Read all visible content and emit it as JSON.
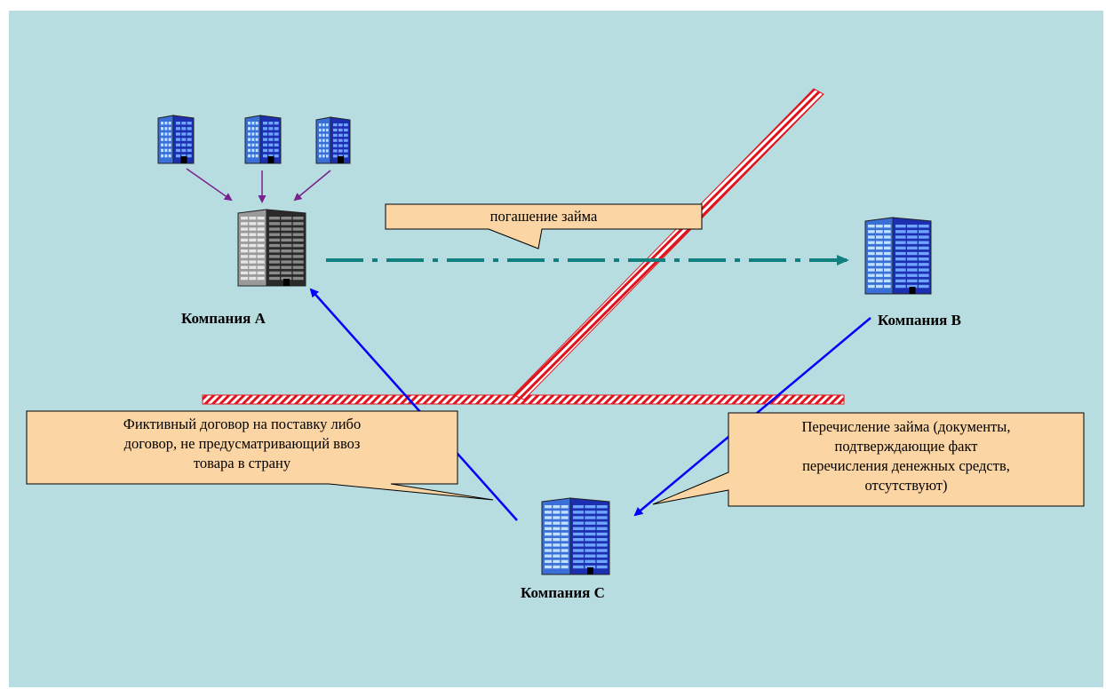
{
  "companies": {
    "a": {
      "label": "Компания А"
    },
    "b": {
      "label": "Компания В"
    },
    "c": {
      "label": "Компания С"
    }
  },
  "callouts": {
    "repayment": "погашение займа",
    "contract": [
      "Фиктивный договор на поставку либо",
      "договор, не предусматривающий ввоз",
      "товара в страну"
    ],
    "transfer": [
      "Перечисление займа (документы,",
      "подтверждающие факт",
      "перечисления денежных средств,",
      "отсутствуют)"
    ]
  },
  "icons": {
    "small_buildings": "building-icon",
    "company_a": "grey-building-icon",
    "company_b": "blue-building-icon",
    "company_c": "blue-building-icon"
  },
  "colors": {
    "background": "#b8dde1",
    "callout_fill": "#fbd5a3",
    "solid_arrow": "#0000ff",
    "dashed_arrow": "#138080",
    "small_arrows": "#7a1f8c",
    "barrier_red": "#e0141e"
  }
}
